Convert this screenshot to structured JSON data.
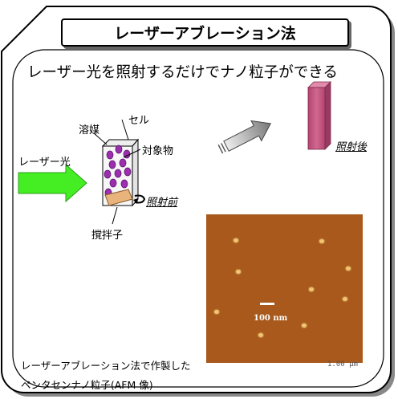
{
  "title": "レーザーアブレーション法",
  "subtitle": "レーザー光を照射するだけでナノ粒子ができる",
  "labels": {
    "solvent": "溶媒",
    "cell": "セル",
    "target": "対象物",
    "laser": "レーザー光",
    "before": "照射前",
    "stirrer": "撹拌子",
    "after": "照射後"
  },
  "afm": {
    "scale_bar": "100 nm",
    "frame_size": "1.00 µm"
  },
  "caption": {
    "line1": "レーザーアブレーション法で作製した",
    "line2": "ペンタセンナノ粒子(AFM 像)"
  },
  "colors": {
    "laser_arrow": "#44ee22",
    "particles": "#9b2fae",
    "product_bar": "#c0527a",
    "afm_background": "#a8591b",
    "stir_bar": "#e8b47c"
  }
}
